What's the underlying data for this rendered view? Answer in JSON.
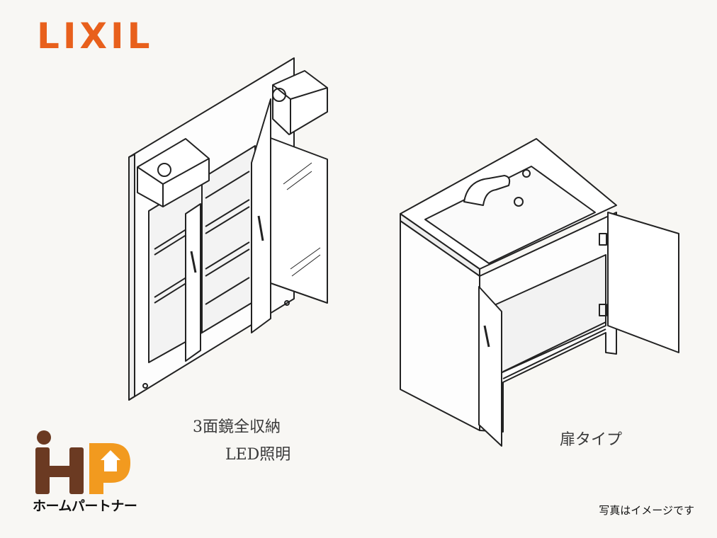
{
  "brand": {
    "logo_text": "LIXIL",
    "logo_color": "#e8601c"
  },
  "mirror_cabinet": {
    "caption_line1": "3面鏡全収納",
    "caption_line2": "LED照明"
  },
  "vanity": {
    "caption": "扉タイプ"
  },
  "partner_logo": {
    "mark_text": "HP",
    "text": "ホームパートナー",
    "brown": "#6b3a22",
    "orange": "#f29a1f"
  },
  "note": "写真はイメージです"
}
